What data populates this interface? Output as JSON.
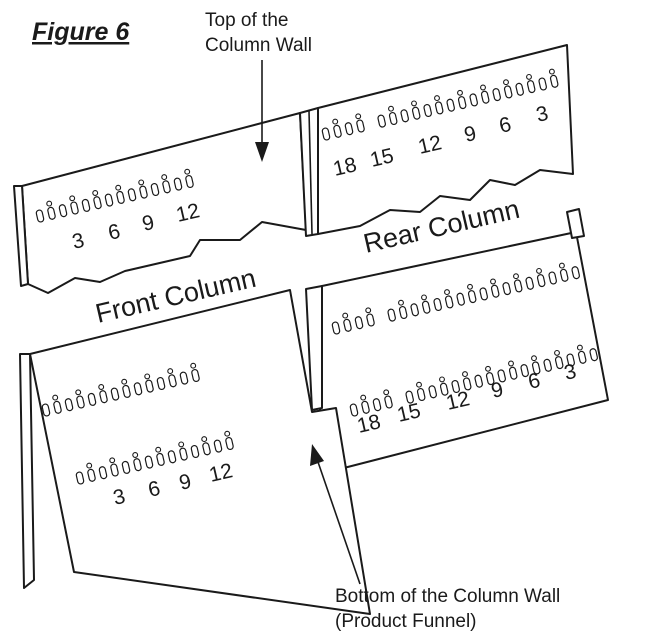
{
  "figure": {
    "title": "Figure 6",
    "label_top": [
      "Top of the",
      "Column Wall"
    ],
    "label_bottom": [
      "Bottom of the Column Wall",
      "(Product Funnel)"
    ],
    "label_front": "Front Column",
    "label_rear": "Rear Column"
  },
  "scales": {
    "top_front": [
      "3",
      "6",
      "9",
      "12"
    ],
    "top_rear": [
      "18",
      "15",
      "12",
      "9",
      "6",
      "3"
    ],
    "bottom_front": [
      "3",
      "6",
      "9",
      "12"
    ],
    "bottom_rear": [
      "18",
      "15",
      "12",
      "9",
      "6",
      "3"
    ]
  },
  "colors": {
    "line": "#1a1a1a",
    "paper": "#ffffff"
  }
}
